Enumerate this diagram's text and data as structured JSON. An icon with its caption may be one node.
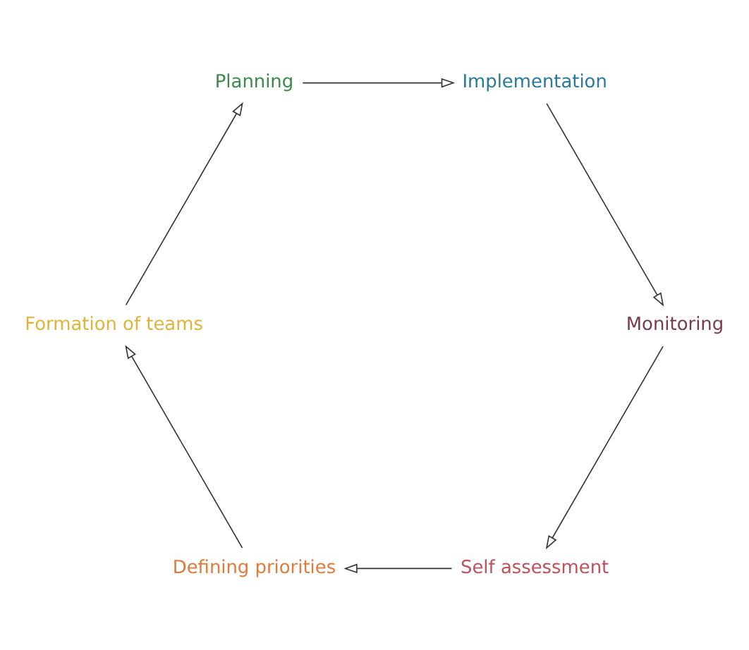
{
  "diagram": {
    "nodes": [
      {
        "text": [
          "Self assessment"
        ]
      },
      {
        "text": [
          "Defining priorities"
        ]
      },
      {
        "text": [
          "Formation of teams"
        ]
      },
      {
        "text": [
          "Planning"
        ]
      },
      {
        "text": [
          "Implementation"
        ]
      },
      {
        "text": [
          "Monitoring"
        ]
      }
    ],
    "edges": [
      {
        "from": 0,
        "to": 1,
        "arrow": "to"
      },
      {
        "from": 1,
        "to": 2,
        "arrow": "to"
      },
      {
        "from": 2,
        "to": 3,
        "arrow": "to"
      },
      {
        "from": 3,
        "to": 4,
        "arrow": "to"
      },
      {
        "from": 4,
        "to": 5,
        "arrow": "to"
      },
      {
        "from": 5,
        "to": 0,
        "arrow": "to"
      }
    ]
  }
}
